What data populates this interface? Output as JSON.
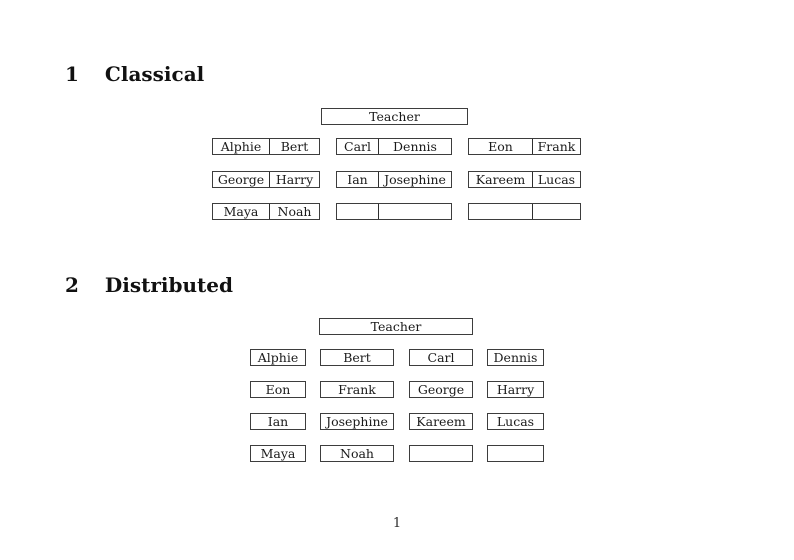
{
  "page_number": "1",
  "sections": [
    {
      "number": "1",
      "title": "Classical",
      "teacher_label": "Teacher",
      "desks": [
        [
          [
            "Alphie",
            "Bert"
          ],
          [
            "Carl",
            "Dennis"
          ],
          [
            "Eon",
            "Frank"
          ]
        ],
        [
          [
            "George",
            "Harry"
          ],
          [
            "Ian",
            "Josephine"
          ],
          [
            "Kareem",
            "Lucas"
          ]
        ],
        [
          [
            "Maya",
            "Noah"
          ],
          [
            "",
            ""
          ],
          [
            "",
            ""
          ]
        ]
      ]
    },
    {
      "number": "2",
      "title": "Distributed",
      "teacher_label": "Teacher",
      "rows": [
        [
          "Alphie",
          "Bert",
          "Carl",
          "Dennis"
        ],
        [
          "Eon",
          "Frank",
          "George",
          "Harry"
        ],
        [
          "Ian",
          "Josephine",
          "Kareem",
          "Lucas"
        ],
        [
          "Maya",
          "Noah",
          "",
          ""
        ]
      ]
    }
  ]
}
